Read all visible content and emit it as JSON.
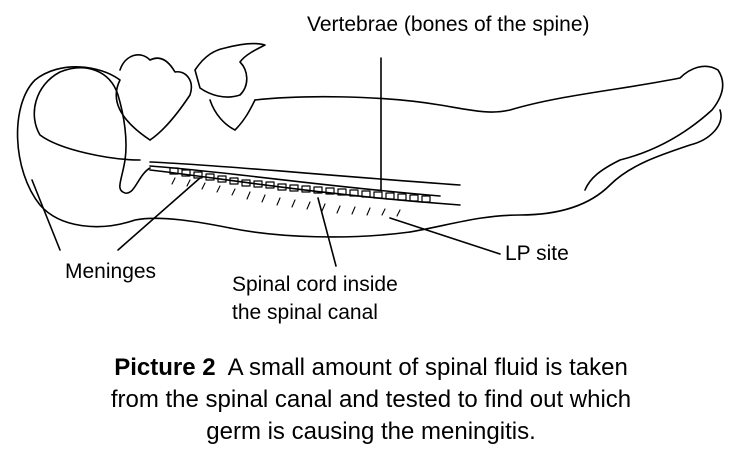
{
  "labels": {
    "vertebrae": "Vertebrae (bones of the spine)",
    "meninges": "Meninges",
    "spinal_cord_line1": "Spinal cord inside",
    "spinal_cord_line2": "the spinal canal",
    "lp_site": "LP site"
  },
  "caption": {
    "title": "Picture 2",
    "line1": "A small amount of spinal fluid is taken",
    "line2": "from the spinal canal and tested to find out which",
    "line3": "germ is causing the meningitis."
  }
}
